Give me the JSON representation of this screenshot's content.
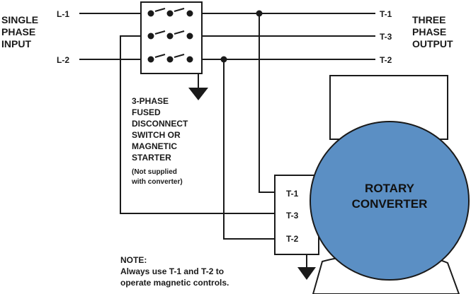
{
  "input_label": [
    "SINGLE",
    "PHASE",
    "INPUT"
  ],
  "output_label": [
    "THREE",
    "PHASE",
    "OUTPUT"
  ],
  "lines_in": {
    "l1": "L-1",
    "l2": "L-2"
  },
  "lines_out": {
    "t1": "T-1",
    "t3": "T-3",
    "t2": "T-2"
  },
  "disconnect_label": [
    "3-PHASE",
    "FUSED",
    "DISCONNECT",
    "SWITCH OR",
    "MAGNETIC",
    "STARTER"
  ],
  "disconnect_note": [
    "(Not supplied",
    "with converter)"
  ],
  "terminals": {
    "t1": "T-1",
    "t3": "T-3",
    "t2": "T-2"
  },
  "motor_label": [
    "ROTARY",
    "CONVERTER"
  ],
  "note": [
    "NOTE:",
    "Always use T-1 and T-2 to",
    "operate magnetic controls."
  ],
  "colors": {
    "motor_fill": "#5b8fc4",
    "line": "#1a1a1a",
    "background": "#ffffff"
  }
}
